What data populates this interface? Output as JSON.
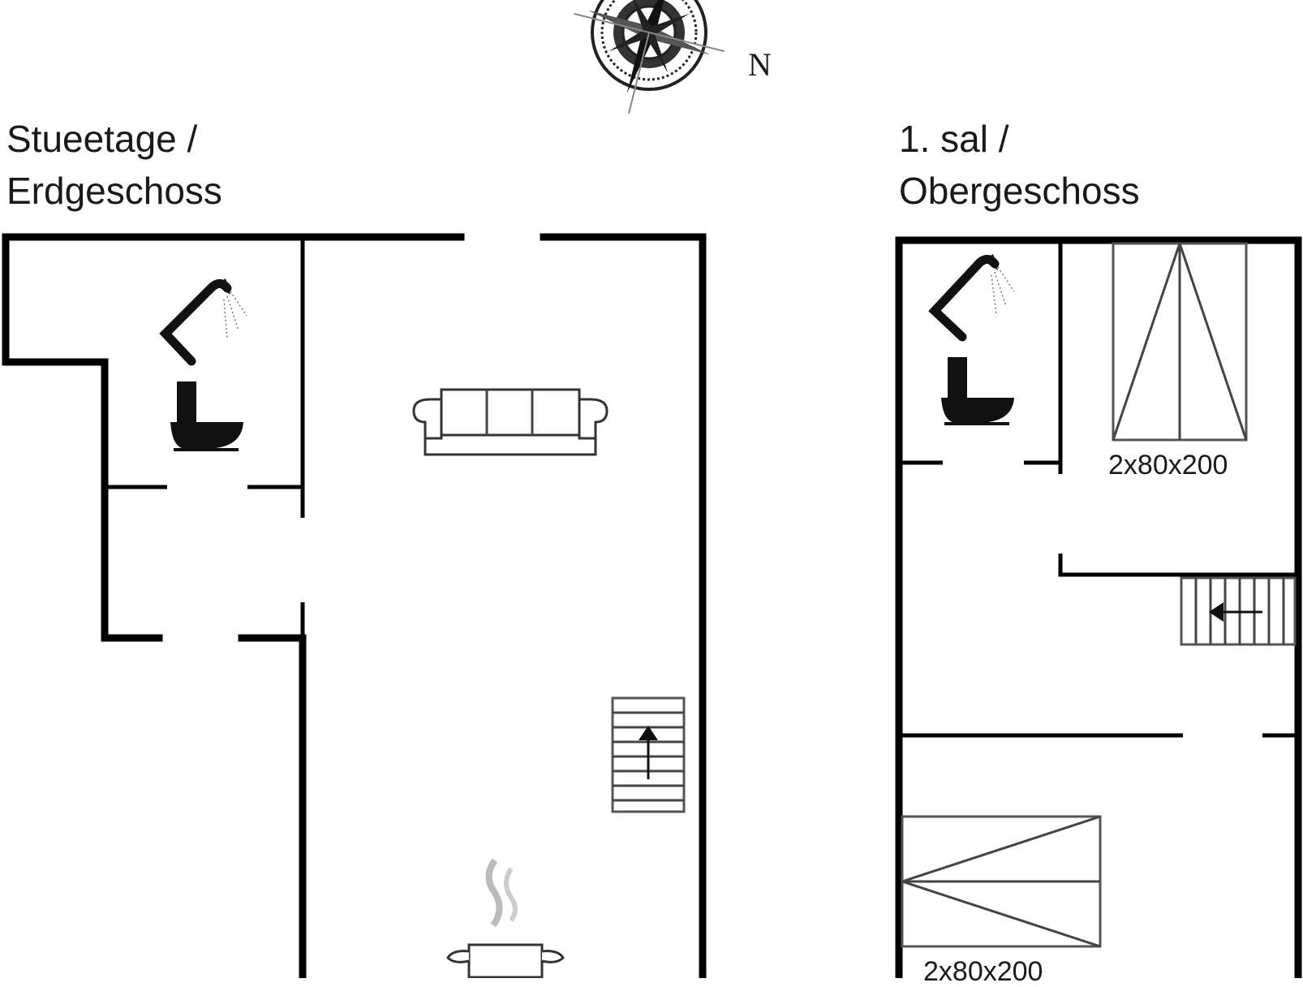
{
  "compass": {
    "north_label": "N"
  },
  "ground_floor": {
    "title_line1": "Stueetage /",
    "title_line2": "Erdgeschoss"
  },
  "first_floor": {
    "title_line1": "1. sal /",
    "title_line2": "Obergeschoss",
    "bed_label_1": "2x80x200",
    "bed_label_2": "2x80x200"
  }
}
